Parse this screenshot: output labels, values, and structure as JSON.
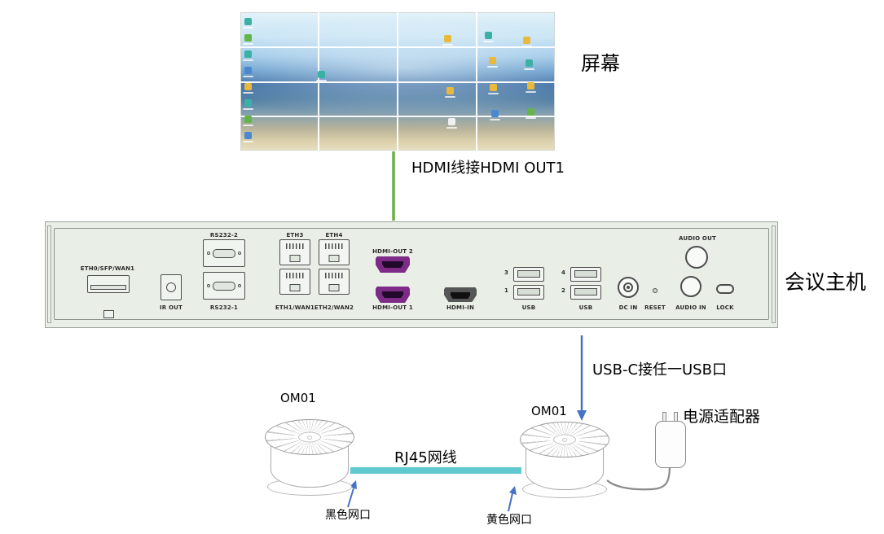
{
  "labels": {
    "screen": "屏幕",
    "hdmi_cable": "HDMI线接HDMI OUT1",
    "host": "会议主机",
    "usb_cable": "USB-C接任一USB口",
    "om01_left": "OM01",
    "om01_right": "OM01",
    "rj45_cable": "RJ45网线",
    "power_adapter": "电源适配器",
    "black_port": "黑色网口",
    "yellow_port": "黄色网口"
  },
  "panel": {
    "ports": {
      "eth0_sfp_wan1": "ETH0/SFP/WAN1",
      "ir_out": "IR OUT",
      "rs232_2": "RS232-2",
      "rs232_1": "RS232-1",
      "eth3": "ETH3",
      "eth4": "ETH4",
      "eth1_wan1": "ETH1/WAN1",
      "eth2_wan2": "ETH2/WAN2",
      "hdmi_out_2": "HDMI-OUT 2",
      "hdmi_out_1": "HDMI-OUT 1",
      "hdmi_in": "HDMI-IN",
      "usb_num_3": "3",
      "usb_num_1": "1",
      "usb_num_4": "4",
      "usb_num_2": "2",
      "usb_left": "USB",
      "usb_right": "USB",
      "dc_in": "DC IN",
      "reset": "RESET",
      "audio_in": "AUDIO IN",
      "audio_out": "AUDIO OUT",
      "lock": "LOCK"
    }
  },
  "colors": {
    "hdmi_cable_green": "#6fae46",
    "arrow_blue": "#4472c4",
    "rj45_teal": "#5fc9d0",
    "hdmi_port_purple": "#7d2b87",
    "panel_bg": "#e9efe7"
  }
}
